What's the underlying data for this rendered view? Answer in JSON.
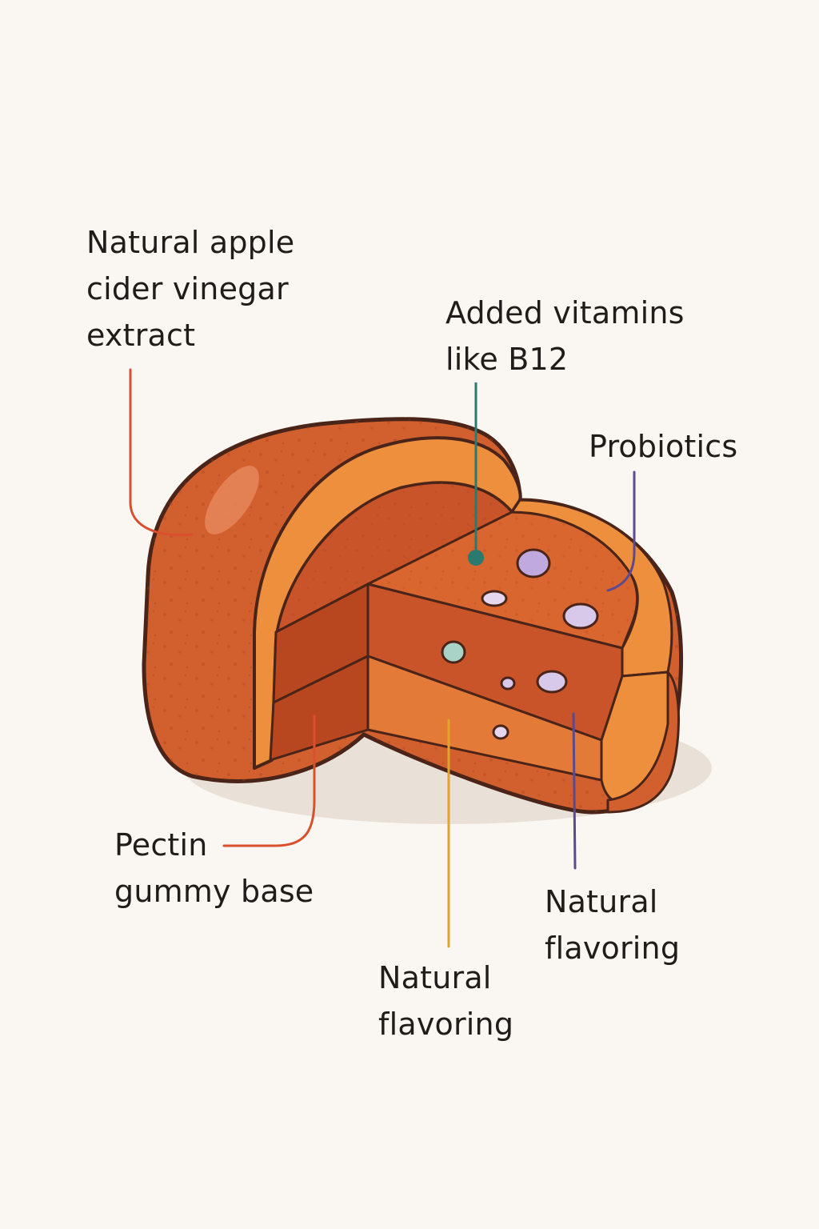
{
  "labels": {
    "acv": {
      "line1": "Natural apple",
      "line2": "cider vinegar",
      "line3": "extract",
      "color": "#d9502f"
    },
    "vitamins": {
      "line1": "Added vitamins",
      "line2": "like B12",
      "color": "#2a7a6f"
    },
    "probiotics": {
      "line1": "Probiotics",
      "color": "#5b4a8e"
    },
    "pectin": {
      "line1": "Pectin",
      "line2": "gummy base",
      "color": "#d9502f"
    },
    "flavoring_center": {
      "line1": "Natural",
      "line2": "flavoring",
      "color": "#e0a52b"
    },
    "flavoring_right": {
      "line1": "Natural",
      "line2": "flavoring",
      "color": "#5b4a8e"
    }
  },
  "colors": {
    "background": "#faf6f1",
    "gummy_outer": "#d2602f",
    "gummy_shell": "#ee8f3e",
    "gummy_dark": "#b8461f",
    "outline": "#4a2418",
    "particle_purple": "#bfa9df",
    "particle_teal": "#a9d3c6"
  }
}
